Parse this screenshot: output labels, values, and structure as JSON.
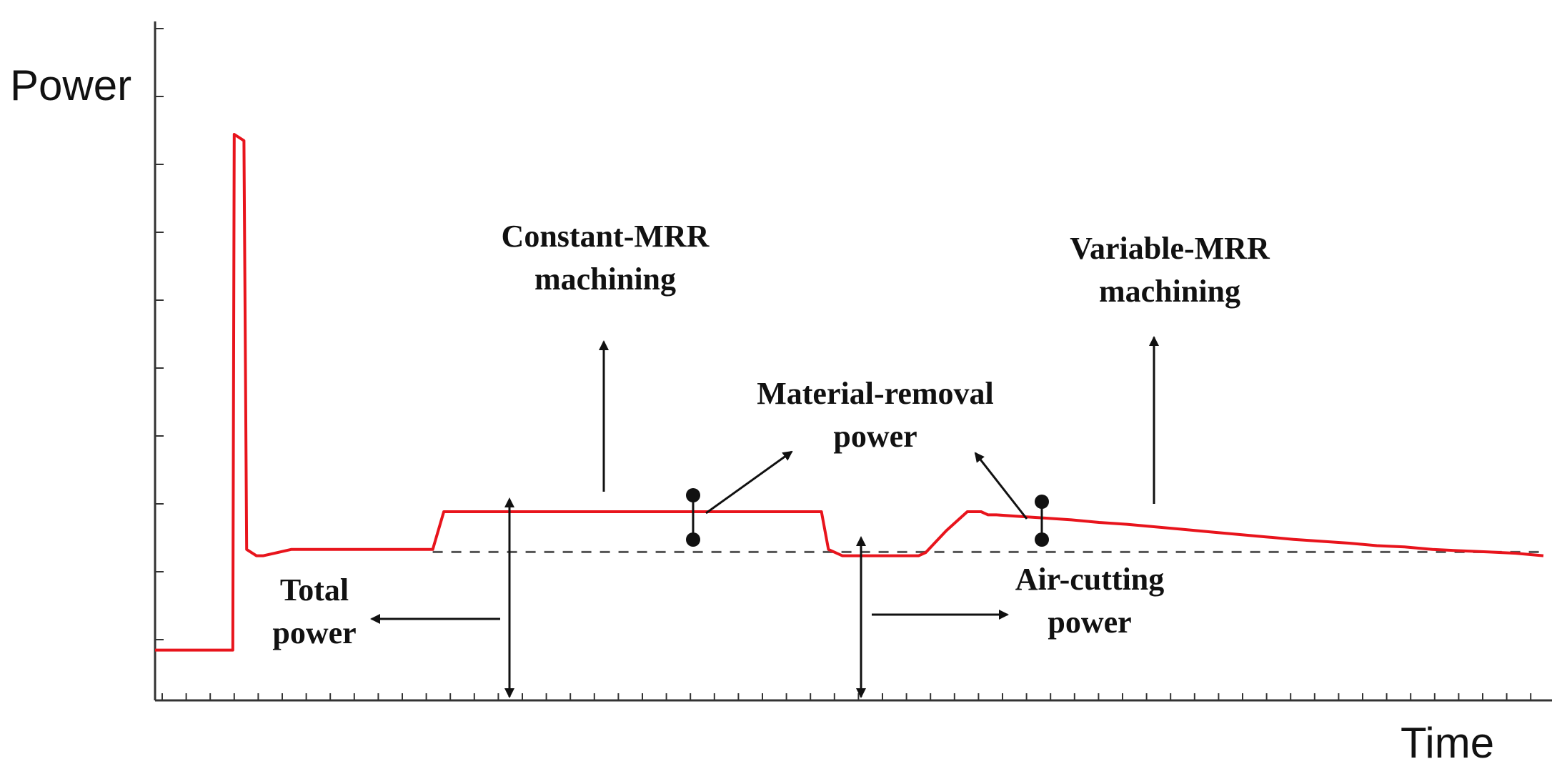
{
  "chart_data": {
    "type": "line",
    "xlabel": "Time",
    "ylabel": "Power",
    "xlim": [
      0,
      100
    ],
    "ylim": [
      0,
      100
    ],
    "grid": false,
    "series": [
      {
        "color": "#e8141c",
        "x": [
          0,
          5.6,
          5.7,
          6.4,
          6.6,
          7.3,
          7.8,
          9.8,
          20,
          20.8,
          21.3,
          22.5,
          24.5,
          26.5,
          28.5,
          30.5,
          32.5,
          34.5,
          36.5,
          38.5,
          40.5,
          42.5,
          44.5,
          46.5,
          48,
          48.5,
          49.5,
          55,
          55.5,
          57,
          58.5,
          59.5,
          60,
          60.6,
          62,
          64,
          66,
          68,
          70,
          72,
          74,
          76,
          78,
          80,
          82,
          84,
          86,
          88,
          90,
          92,
          94,
          96,
          98,
          100
        ],
        "y": [
          8,
          8,
          90,
          89,
          24,
          23,
          23,
          24,
          24,
          30,
          30,
          30,
          30,
          30,
          30,
          30,
          30,
          30,
          30,
          30,
          30,
          30,
          30,
          30,
          30,
          24,
          23,
          23,
          23.5,
          27,
          30,
          30,
          29.5,
          29.5,
          29.3,
          29,
          28.7,
          28.3,
          28,
          27.6,
          27.2,
          26.8,
          26.4,
          26,
          25.6,
          25.3,
          25,
          24.6,
          24.4,
          24,
          23.8,
          23.6,
          23.4,
          23
        ]
      }
    ],
    "reference_line": {
      "y": 23.6,
      "style": "dashed"
    },
    "annotations": {
      "constant_mrr": {
        "line1": "Constant-MRR",
        "line2": "machining"
      },
      "variable_mrr": {
        "line1": "Variable-MRR",
        "line2": "machining"
      },
      "material_removal": {
        "line1": "Material-removal",
        "line2": "power"
      },
      "total_power": {
        "line1": "Total",
        "line2": "power"
      },
      "air_cutting": {
        "line1": "Air-cutting",
        "line2": "power"
      }
    }
  },
  "colors": {
    "line": "#e8141c",
    "axis": "#333333",
    "text": "#111111"
  }
}
